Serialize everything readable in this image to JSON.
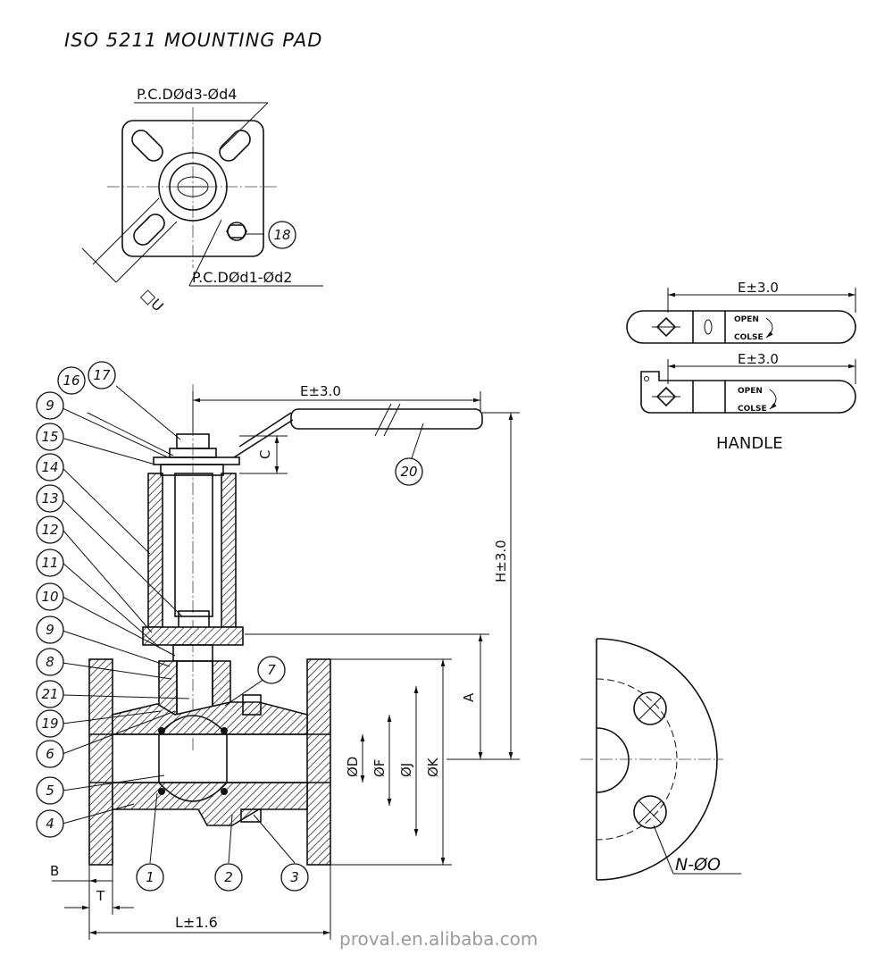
{
  "title": "ISO 5211 MOUNTING PAD",
  "pad": {
    "pcd_top": "P.C.DØd3-Ød4",
    "pcd_bottom": "P.C.DØd1-Ød2",
    "square": "□U"
  },
  "handle": {
    "label": "HANDLE",
    "dim": "E±3.0",
    "open": "OPEN",
    "close": "COLSE"
  },
  "main": {
    "dim_E": "E±3.0",
    "dim_C": "C",
    "dim_H": "H±3.0",
    "dim_A": "A",
    "dim_D": "ØD",
    "dim_F": "ØF",
    "dim_J": "ØJ",
    "dim_K": "ØK",
    "dim_B": "B",
    "dim_T": "T",
    "dim_L": "L±1.6",
    "holes": "N-ØO"
  },
  "balloons": [
    "1",
    "2",
    "3",
    "4",
    "5",
    "6",
    "7",
    "8",
    "9",
    "10",
    "11",
    "12",
    "13",
    "14",
    "15",
    "16",
    "17",
    "18",
    "19",
    "20",
    "21"
  ],
  "watermark": "proval.en.alibaba.com"
}
